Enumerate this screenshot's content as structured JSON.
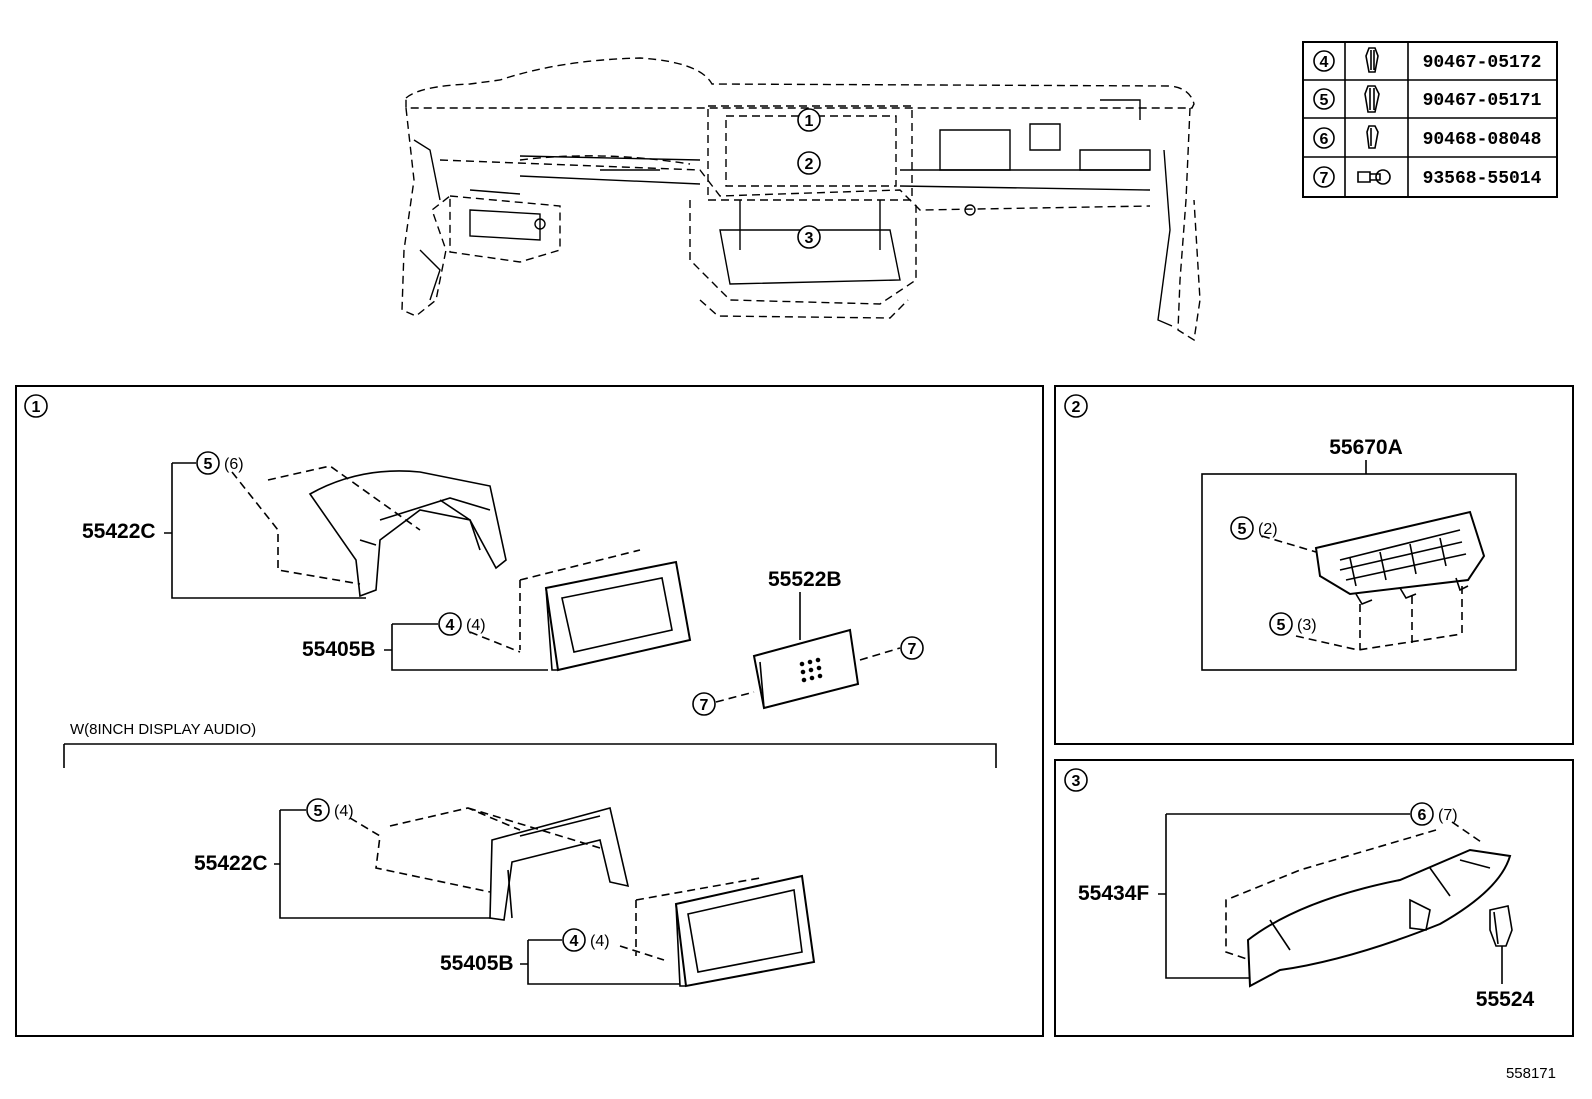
{
  "fastener_table": [
    {
      "ref": "4",
      "part_number": "90467-05172",
      "icon": "clip-icon"
    },
    {
      "ref": "5",
      "part_number": "90467-05171",
      "icon": "clip-icon"
    },
    {
      "ref": "6",
      "part_number": "90468-08048",
      "icon": "clip-icon"
    },
    {
      "ref": "7",
      "part_number": "93568-55014",
      "icon": "screw-icon"
    }
  ],
  "overview": {
    "callouts": [
      "1",
      "2",
      "3"
    ]
  },
  "section1": {
    "id": "1",
    "upper": {
      "bracket_label": "55422C",
      "bracket_clip": {
        "ref": "5",
        "qty": "(6)"
      },
      "bezel_label": "55405B",
      "bezel_clip": {
        "ref": "4",
        "qty": "(4)"
      },
      "plate_label": "55522B",
      "screw_ref_a": "7",
      "screw_ref_b": "7"
    },
    "variant_note": "W(8INCH DISPLAY AUDIO)",
    "lower": {
      "bracket_label": "55422C",
      "bracket_clip": {
        "ref": "5",
        "qty": "(4)"
      },
      "bezel_label": "55405B",
      "bezel_clip": {
        "ref": "4",
        "qty": "(4)"
      }
    }
  },
  "section2": {
    "id": "2",
    "assembly_label": "55670A",
    "clip_top": {
      "ref": "5",
      "qty": "(2)"
    },
    "clip_bottom": {
      "ref": "5",
      "qty": "(3)"
    }
  },
  "section3": {
    "id": "3",
    "panel_label": "55434F",
    "clip": {
      "ref": "6",
      "qty": "(7)"
    },
    "small_part_label": "55524"
  },
  "diagram_code": "558171"
}
